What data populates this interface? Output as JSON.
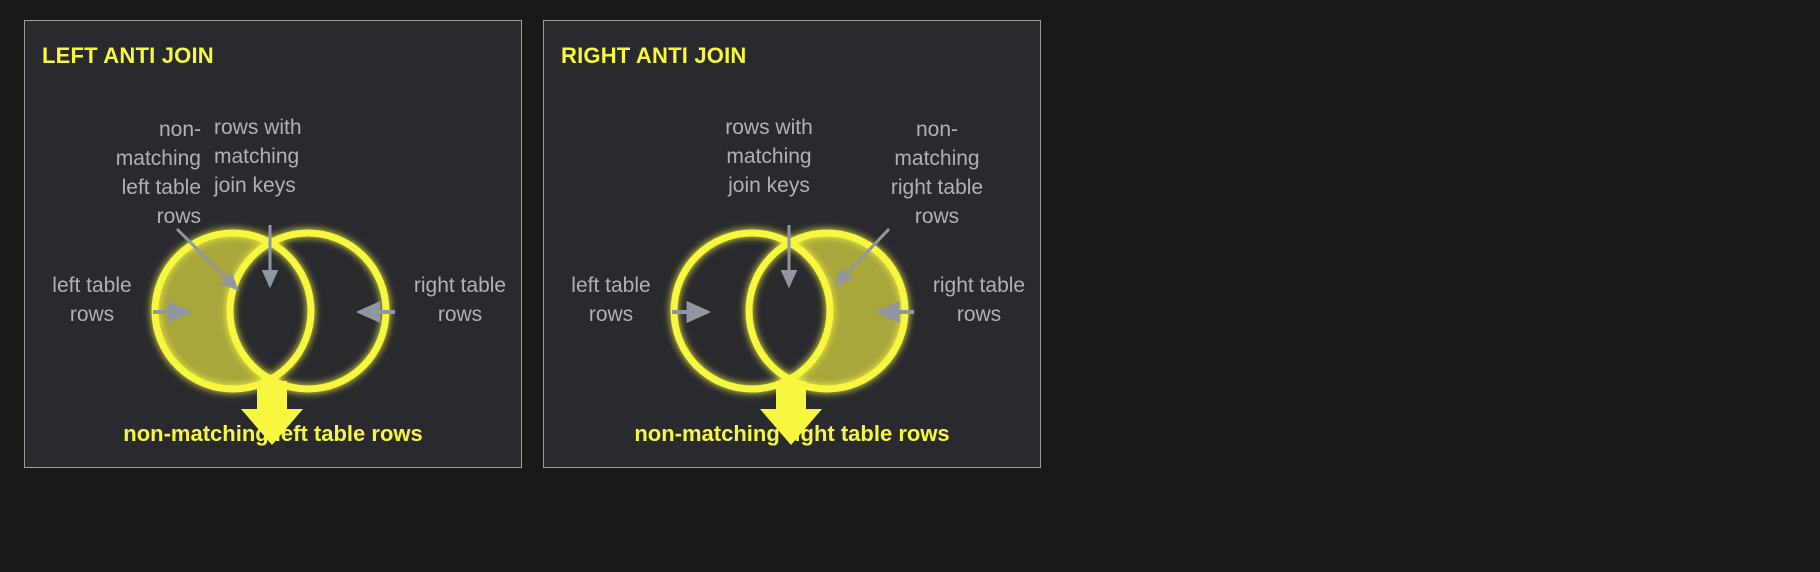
{
  "background": {
    "page_color": "#191919",
    "panel_color": "#282a2e",
    "panel_border_color": "#9c9c9c"
  },
  "colors": {
    "yellow_ring": "#F7F73F",
    "olive_fill": "#A9A63B",
    "annotation_gray": "#AEB2B7",
    "arrow_gray": "#9197A0",
    "title_yellow": "#F7F73F"
  },
  "panels": [
    {
      "id": "left-anti-join",
      "title": "LEFT ANTI JOIN",
      "caption": "non-matching left table rows",
      "highlight": "left-circle-only",
      "annotations": {
        "top_left": "non-\nmatching\nleft table\nrows",
        "top_left_lines": [
          "non-",
          "matching",
          "left table",
          "rows"
        ],
        "top_right": "rows with\nmatching\njoin keys",
        "top_right_lines": [
          "rows with",
          "matching",
          "join keys"
        ],
        "side_left_lines": [
          "left table",
          "rows"
        ],
        "side_right_lines": [
          "right table",
          "rows"
        ]
      }
    },
    {
      "id": "right-anti-join",
      "title": "RIGHT ANTI JOIN",
      "caption": "non-matching right table rows",
      "highlight": "right-circle-only",
      "annotations": {
        "top_left": "rows with\nmatching\njoin keys",
        "top_left_lines": [
          "rows with",
          "matching",
          "join keys"
        ],
        "top_right": "non-\nmatching\nright table\nrows",
        "top_right_lines": [
          "non-",
          "matching",
          "right table",
          "rows"
        ],
        "side_left_lines": [
          "left table",
          "rows"
        ],
        "side_right_lines": [
          "right table",
          "rows"
        ]
      }
    }
  ],
  "icons": {
    "down_arrow": "down-arrow-icon",
    "pointer_arrow": "pointer-arrow-icon"
  }
}
